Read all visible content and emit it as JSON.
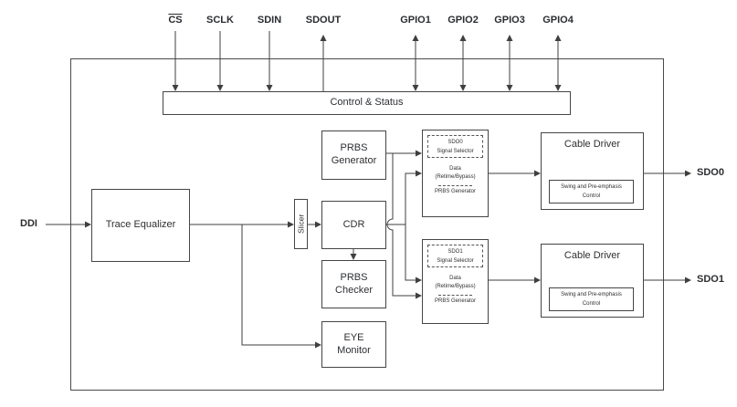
{
  "pins": {
    "top": [
      {
        "label": "CS",
        "overline": true
      },
      {
        "label": "SCLK"
      },
      {
        "label": "SDIN"
      },
      {
        "label": "SDOUT"
      },
      {
        "label": "GPIO1"
      },
      {
        "label": "GPIO2"
      },
      {
        "label": "GPIO3"
      },
      {
        "label": "GPIO4"
      }
    ],
    "left": [
      {
        "label": "DDI"
      }
    ],
    "right": [
      {
        "label": "SDO0"
      },
      {
        "label": "SDO1"
      }
    ]
  },
  "blocks": {
    "control_status": {
      "label": "Control & Status"
    },
    "trace_equalizer": {
      "label": "Trace Equalizer"
    },
    "slicer": {
      "label": "Slicer"
    },
    "prbs_generator": {
      "label": "PRBS\nGenerator"
    },
    "cdr": {
      "label": "CDR"
    },
    "prbs_checker": {
      "label": "PRBS\nChecker"
    },
    "eye_monitor": {
      "label": "EYE\nMonitor"
    },
    "signal_selector_0": {
      "title": "SDO0\nSignal Selector",
      "option_data": "Data\n(Retime/Bypass)",
      "option_prbs": "PRBS Generator"
    },
    "signal_selector_1": {
      "title": "SDO1\nSignal Selector",
      "option_data": "Data\n(Retime/Bypass)",
      "option_prbs": "PRBS Generator"
    },
    "cable_driver_0": {
      "title": "Cable Driver",
      "inner": "Swing and Pre-emphasis\nControl"
    },
    "cable_driver_1": {
      "title": "Cable Driver",
      "inner": "Swing and Pre-emphasis\nControl"
    }
  },
  "colors": {
    "line": "#3f3f3f",
    "border": "#454545",
    "text": "#2d2f33",
    "background": "#ffffff"
  }
}
